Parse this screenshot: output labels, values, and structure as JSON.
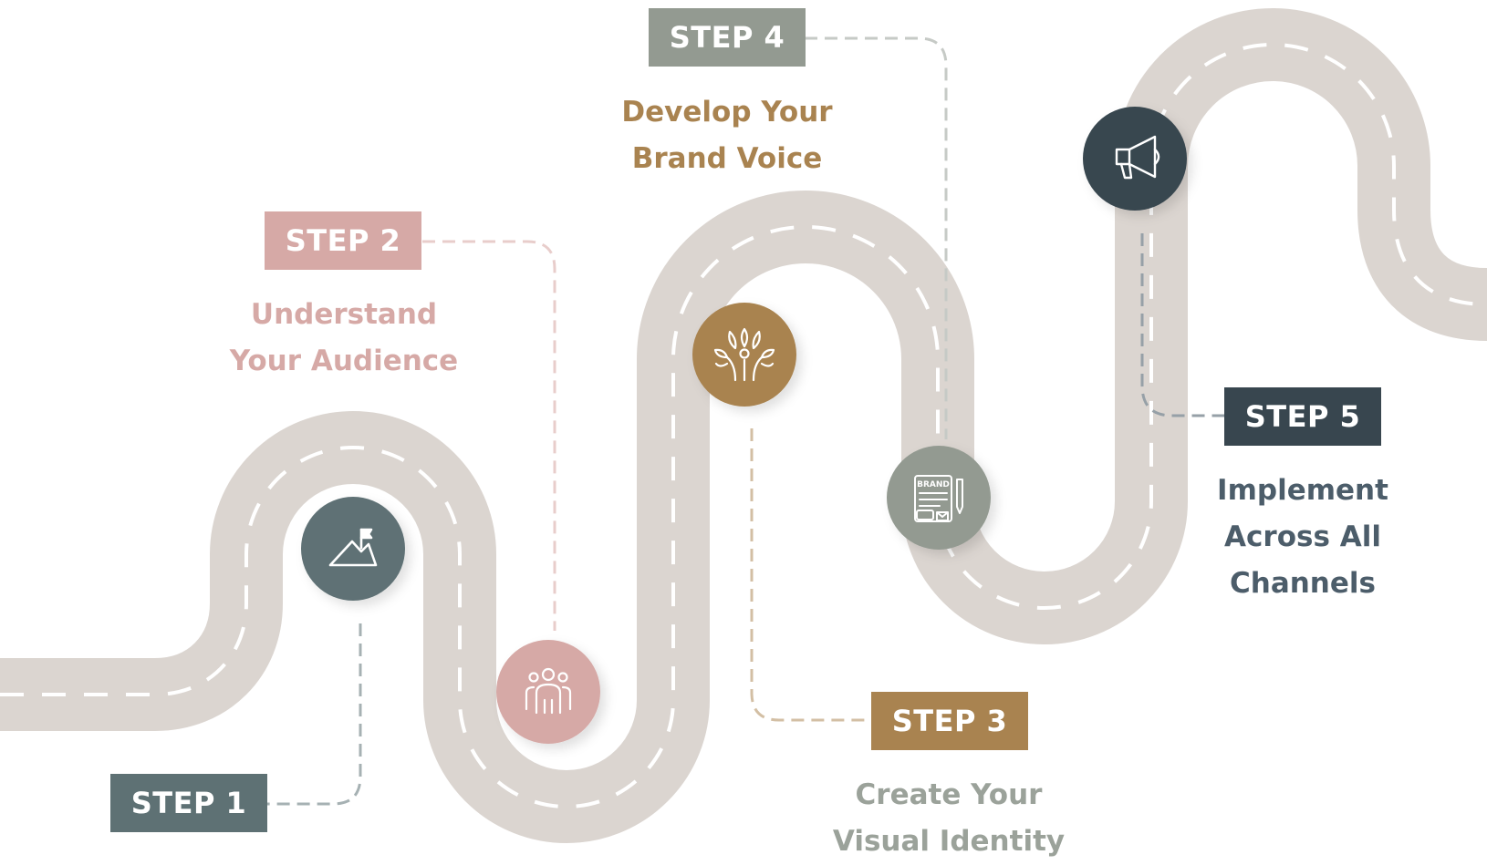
{
  "steps": [
    {
      "badge": "STEP 1",
      "title_lines": [],
      "color": "#5e7174",
      "icon": "mountain-flag-icon"
    },
    {
      "badge": "STEP 2",
      "title_lines": [
        "Understand",
        "Your Audience"
      ],
      "color": "#d6a9a6",
      "icon": "people-group-icon"
    },
    {
      "badge": "STEP 3",
      "title_lines": [
        "Create Your",
        "Visual Identity"
      ],
      "color": "#a98350",
      "title_color": "#9ba29a",
      "icon": "growth-tree-icon"
    },
    {
      "badge": "STEP 4",
      "title_lines": [
        "Develop Your",
        "Brand Voice"
      ],
      "color": "#939a91",
      "title_color": "#a98350",
      "icon": "brand-document-icon"
    },
    {
      "badge": "STEP 5",
      "title_lines": [
        "Implement",
        "Across All",
        "Channels"
      ],
      "color": "#38464f",
      "title_color": "#4c5d6a",
      "icon": "megaphone-icon"
    }
  ],
  "colors": {
    "road": "#dbd5d0",
    "road_dash": "#ffffff",
    "connector_1": "#a6b1b3",
    "connector_2": "#e8cdcb",
    "connector_3": "#d3bfa4",
    "connector_4": "#c6cac6",
    "connector_5": "#96a0a7"
  },
  "icon_text": {
    "brand_label": "BRAND"
  }
}
